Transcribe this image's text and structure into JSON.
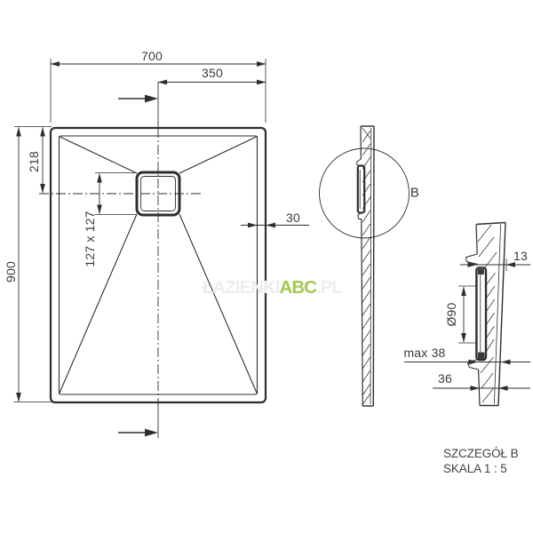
{
  "front_view": {
    "width": "700",
    "width_right_half": "350",
    "drain_center_from_top": "218",
    "height": "900",
    "drain_size": "127 x 127",
    "rim_width": "30"
  },
  "side_view": {
    "detail_marker": "B"
  },
  "detail_view": {
    "wall_thickness": "13",
    "drain_diameter": "Ø90",
    "max_height": "max 38",
    "edge_height": "36",
    "caption_title": "SZCZEGÓŁ B",
    "caption_scale": "SKALA 1 : 5"
  },
  "watermark": {
    "prefix": "ŁAZIENKI",
    "brand": "ABC",
    "suffix": ".PL",
    "brand_color": "#a3ca50",
    "faint_color": "#ededed"
  },
  "colors": {
    "line": "#2e2e2e",
    "dim_text": "#3a3a3a",
    "background": "#ffffff"
  }
}
